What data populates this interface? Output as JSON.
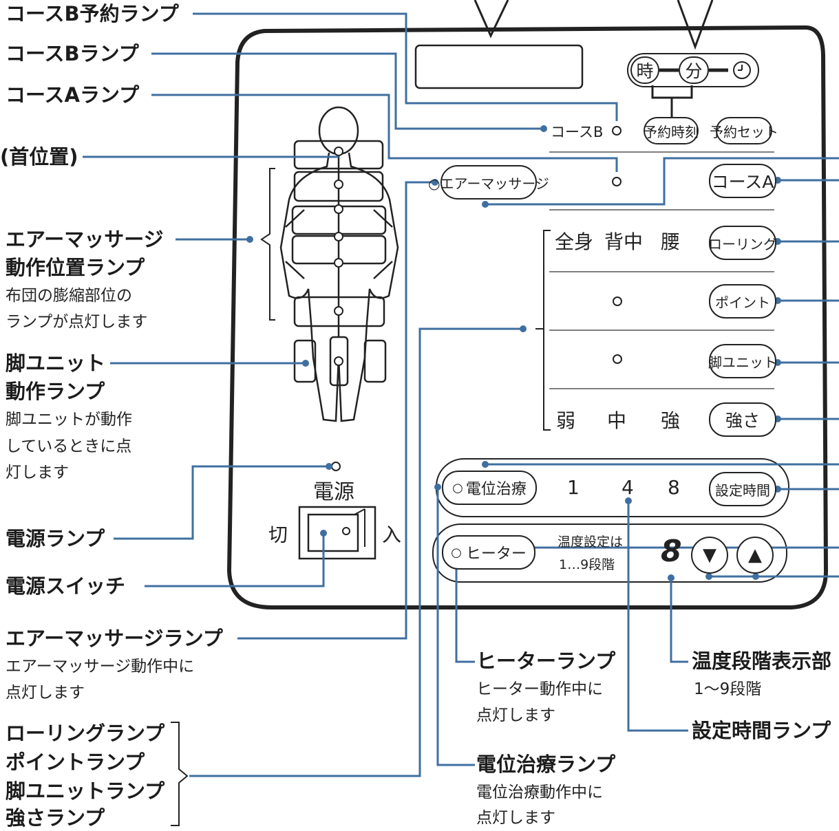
{
  "callouts_left": {
    "course_b_reserve_lamp": "コースB予約ランプ",
    "course_b_lamp": "コースBランプ",
    "course_a_lamp": "コースAランプ",
    "neck_position": "(首位置)",
    "air_position_lamp": [
      "エアーマッサージ",
      "動作位置ランプ"
    ],
    "air_position_desc": [
      "布団の膨縮部位の",
      "ランプが点灯します"
    ],
    "leg_unit_lamp": [
      "脚ユニット",
      "動作ランプ"
    ],
    "leg_unit_desc": [
      "脚ユニットが動作",
      "しているときに点",
      "灯します"
    ],
    "power_lamp": "電源ランプ",
    "power_switch": "電源スイッチ",
    "air_massage_lamp": "エアーマッサージランプ",
    "air_massage_desc": [
      "エアーマッサージ動作中に",
      "点灯します"
    ],
    "group_lamps": [
      "ローリングランプ",
      "ポイントランプ",
      "脚ユニットランプ",
      "強さランプ"
    ]
  },
  "callouts_bottom": {
    "heater_lamp": "ヒーターランプ",
    "heater_desc": [
      "ヒーター動作中に",
      "点灯します"
    ],
    "potential_lamp": "電位治療ランプ",
    "potential_desc": [
      "電位治療動作中に",
      "点灯します"
    ],
    "temp_display": "温度段階表示部",
    "temp_range": "1〜9段階",
    "set_time_lamp": "設定時間ランプ"
  },
  "panel": {
    "timer_buttons": {
      "hour": "時",
      "minute": "分",
      "clock_icon": "clock-icon"
    },
    "reserve_time": "予約時刻",
    "reserve_set": "予約セット",
    "course_b": "コースB",
    "air_massage_button": "○エアーマッサージ",
    "course_a_button": "コースA",
    "body_areas": [
      "全身",
      "背中",
      "腰"
    ],
    "rolling_button": "ローリング",
    "point_button": "ポイント",
    "leg_unit_button": "脚ユニット",
    "strengths": [
      "弱",
      "中",
      "強"
    ],
    "strength_button": "強さ",
    "potential_button": "電位治療",
    "time_values": [
      "1",
      "4",
      "8"
    ],
    "set_time_button": "設定時間",
    "heater_button": "ヒーター",
    "temp_note": [
      "温度設定は",
      "1…9段階"
    ],
    "temp_digit": "8",
    "power_label": "電源",
    "switch_off": "切",
    "switch_on": "入"
  }
}
